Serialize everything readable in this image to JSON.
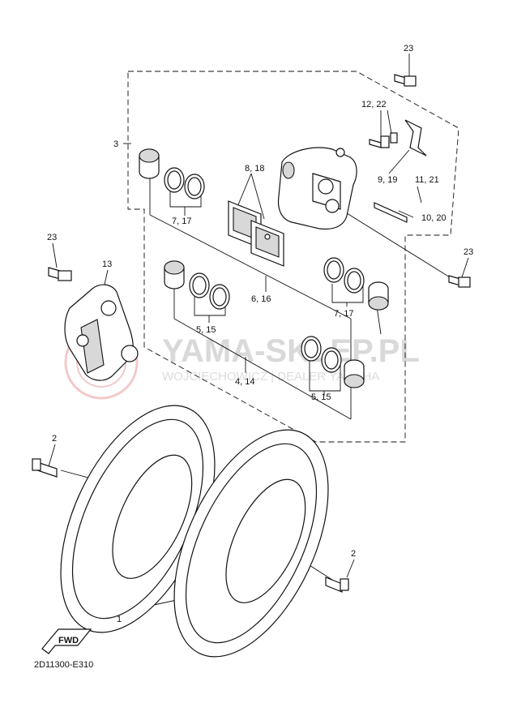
{
  "diagram": {
    "watermark_text": "YAMA-SKLEP.PL",
    "watermark_subtext": "WOJCIECHOWICZ | DEALER YAMAHA",
    "fwd_label": "FWD",
    "code": "2D11300-E310",
    "callouts": [
      {
        "id": "23-top",
        "text": "23"
      },
      {
        "id": "12-22",
        "text": "12, 22"
      },
      {
        "id": "3",
        "text": "3"
      },
      {
        "id": "8-18",
        "text": "8, 18"
      },
      {
        "id": "9-19",
        "text": "9, 19"
      },
      {
        "id": "11-21",
        "text": "11, 21"
      },
      {
        "id": "10-20",
        "text": "10, 20"
      },
      {
        "id": "7-17-top",
        "text": "7, 17"
      },
      {
        "id": "23-left",
        "text": "23"
      },
      {
        "id": "13",
        "text": "13"
      },
      {
        "id": "23-right",
        "text": "23"
      },
      {
        "id": "6-16",
        "text": "6, 16"
      },
      {
        "id": "7-17-mid",
        "text": "7, 17"
      },
      {
        "id": "5-15-left",
        "text": "5, 15"
      },
      {
        "id": "4-14",
        "text": "4, 14"
      },
      {
        "id": "5-15-right",
        "text": "5, 15"
      },
      {
        "id": "2-left",
        "text": "2"
      },
      {
        "id": "2-right",
        "text": "2"
      },
      {
        "id": "1",
        "text": "1"
      }
    ]
  }
}
